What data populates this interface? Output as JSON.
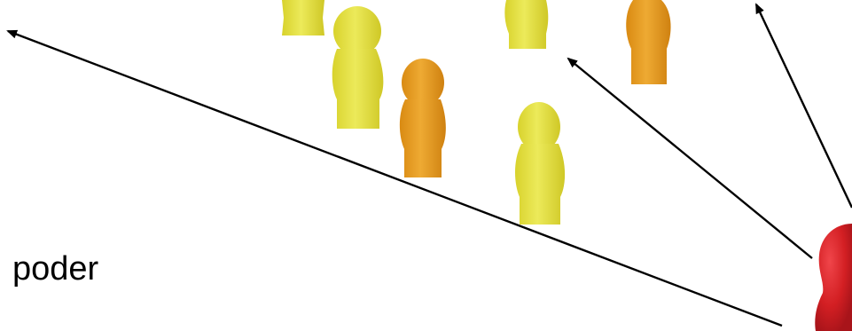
{
  "caption": "poder",
  "colors": {
    "follower_yellow": "#e2de38",
    "follower_orange": "#e39a1c",
    "leader_red": "#d31f23",
    "arrow": "#000000",
    "background": "#ffffff"
  },
  "figures": [
    {
      "role": "follower",
      "color": "yellow"
    },
    {
      "role": "follower",
      "color": "yellow"
    },
    {
      "role": "follower",
      "color": "orange"
    },
    {
      "role": "follower",
      "color": "yellow"
    },
    {
      "role": "follower",
      "color": "yellow"
    },
    {
      "role": "follower",
      "color": "orange"
    },
    {
      "role": "leader",
      "color": "red"
    }
  ],
  "arrows_count": 3
}
